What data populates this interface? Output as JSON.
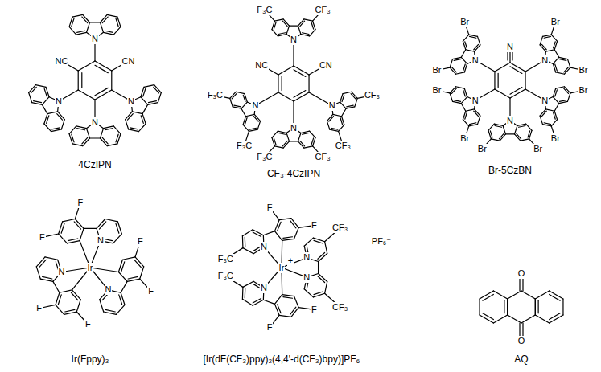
{
  "diagram": {
    "labels": [
      "N",
      "NC",
      "CN",
      "N",
      "N",
      "N",
      "4CzIPN",
      "F₃C",
      "CF₃",
      "N",
      "NC",
      "CN",
      "F₃C",
      "N",
      "F₃C",
      "N",
      "CF₃",
      "CF₃",
      "N",
      "F₃C",
      "CF₃",
      "CF₃-4CzIPN",
      "N",
      "N",
      "Br",
      "Br",
      "N",
      "Br",
      "Br",
      "N",
      "Br",
      "Br",
      "N",
      "Br",
      "Br",
      "N",
      "Br",
      "Br",
      "Br-5CzBN",
      "Ir",
      "N",
      "F",
      "F",
      "N",
      "F",
      "F",
      "N",
      "F",
      "F",
      "Ir(Fppy)₃",
      "Ir",
      "+",
      "F₃C",
      "N",
      "F",
      "F",
      "F₃C",
      "N",
      "F",
      "F",
      "N",
      "CF₃",
      "N",
      "CF₃",
      "PF₆⁻",
      "[Ir(dF(CF₃)ppy)₂(4,4'-d(CF₃)bpy)]PF₆",
      "O",
      "O",
      "AQ"
    ]
  }
}
